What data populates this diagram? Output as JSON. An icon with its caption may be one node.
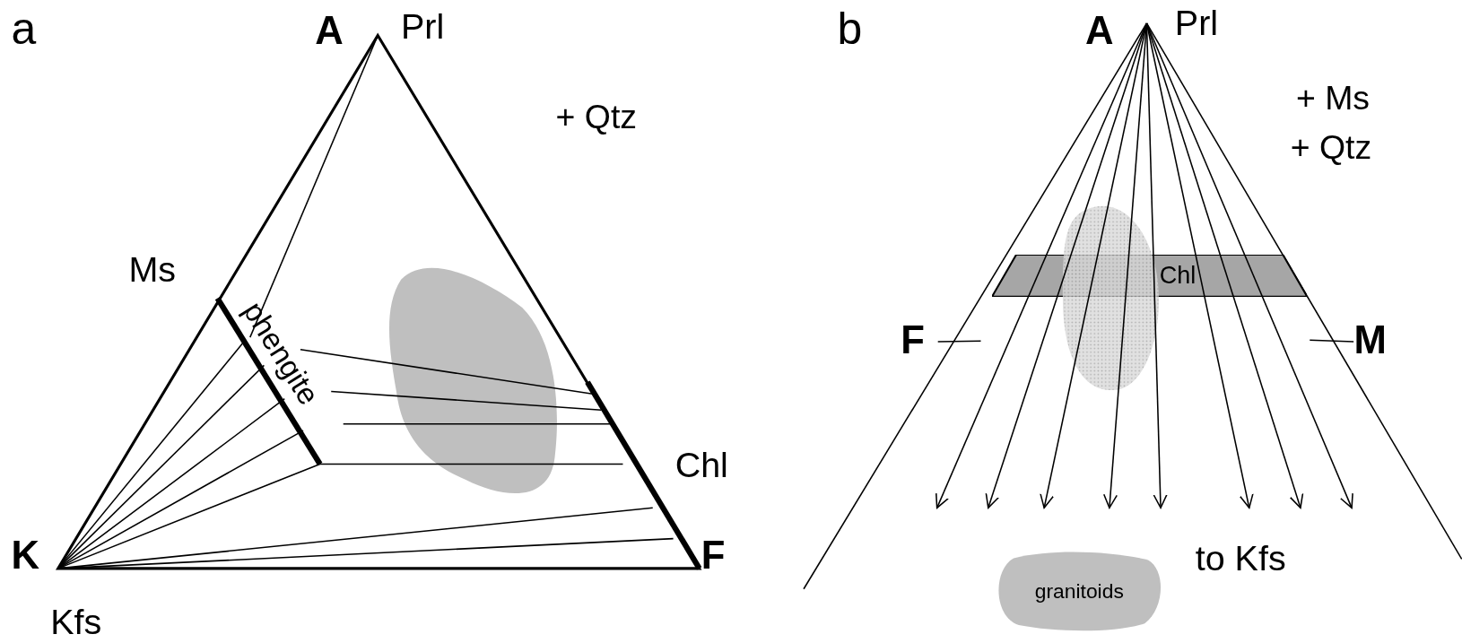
{
  "diagram": {
    "nodes": [
      {
        "text": [
          "Chl"
        ]
      },
      {
        "text": [
          "granitoids"
        ]
      },
      {
        "text": [
          "F"
        ]
      },
      {
        "text": [
          "M"
        ]
      }
    ],
    "edges": [
      {
        "from": 2,
        "to": null,
        "arrow": "none"
      },
      {
        "from": 3,
        "to": null,
        "arrow": "none"
      }
    ],
    "labels": [
      "a",
      "A",
      "Prl",
      "+ Qtz",
      "Ms",
      "phengite",
      "Chl",
      "K",
      "F",
      "Kfs",
      "b",
      "A",
      "Prl",
      "+ Ms",
      "+ Qtz",
      "to Kfs"
    ]
  }
}
